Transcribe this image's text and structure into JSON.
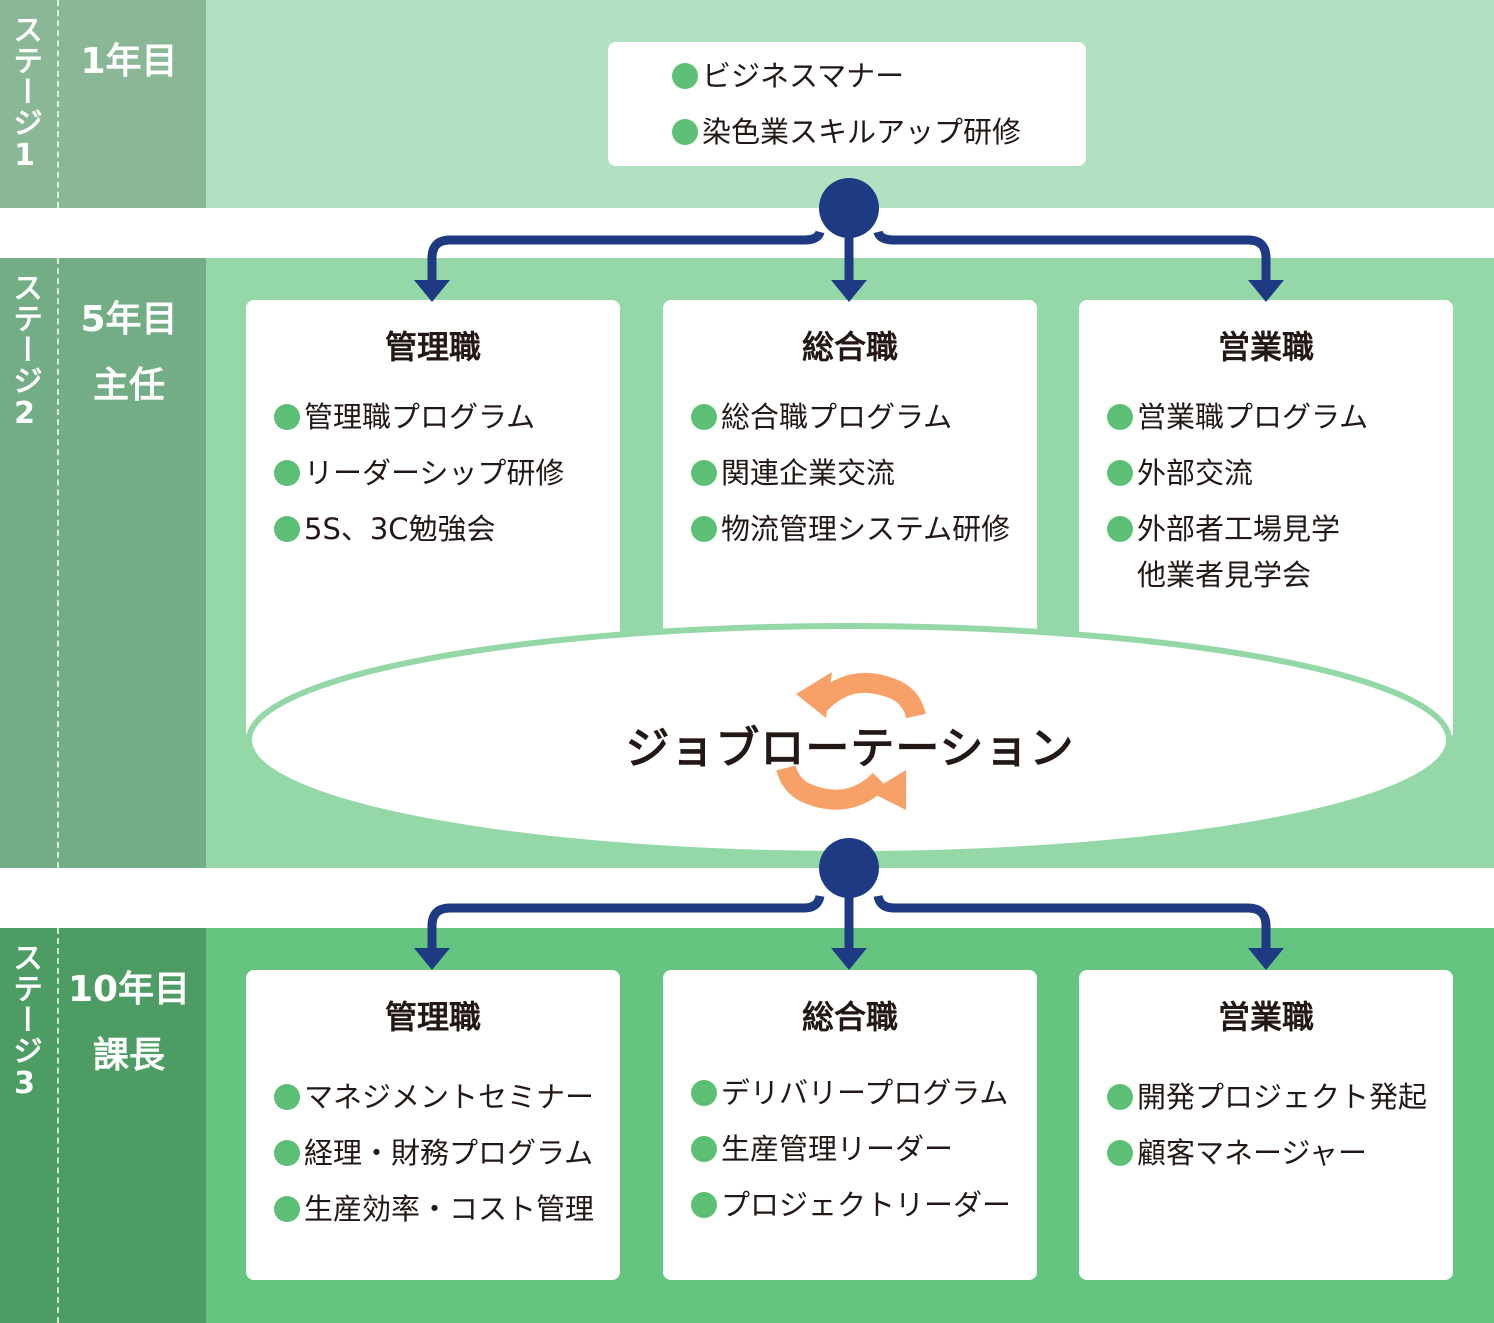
{
  "colors": {
    "stage1_side": "#8ab795",
    "stage1_main": "#b0e2c1",
    "stage2_side": "#73ad85",
    "stage2_main": "#94d8a8",
    "stage3_side": "#4d9c64",
    "stage3_main": "#64c480",
    "bullet": "#5cbf75",
    "connector": "#1d3a83",
    "rotation_arrow": "#f7a169"
  },
  "stage1": {
    "label": "ステージ1",
    "year": "1年目",
    "items": [
      "ビジネスマナー",
      "染色業スキルアップ研修"
    ]
  },
  "stage2": {
    "label": "ステージ2",
    "year": "5年目",
    "role": "主任",
    "columns": [
      {
        "title": "管理職",
        "items": [
          "管理職プログラム",
          "リーダーシップ研修",
          "5S、3C勉強会"
        ]
      },
      {
        "title": "総合職",
        "items": [
          "総合職プログラム",
          "関連企業交流",
          "物流管理システム研修"
        ]
      },
      {
        "title": "営業職",
        "items": [
          "営業職プログラム",
          "外部交流",
          "外部者工場見学"
        ],
        "extra_line": "他業者見学会"
      }
    ],
    "rotation": "ジョブローテーション"
  },
  "stage3": {
    "label": "ステージ3",
    "year": "10年目",
    "role": "課長",
    "columns": [
      {
        "title": "管理職",
        "items": [
          "マネジメントセミナー",
          "経理・財務プログラム",
          "生産効率・コスト管理"
        ]
      },
      {
        "title": "総合職",
        "items": [
          "デリバリープログラム",
          "生産管理リーダー",
          "プロジェクトリーダー"
        ]
      },
      {
        "title": "営業職",
        "items": [
          "開発プロジェクト発起",
          "顧客マネージャー"
        ]
      }
    ]
  }
}
